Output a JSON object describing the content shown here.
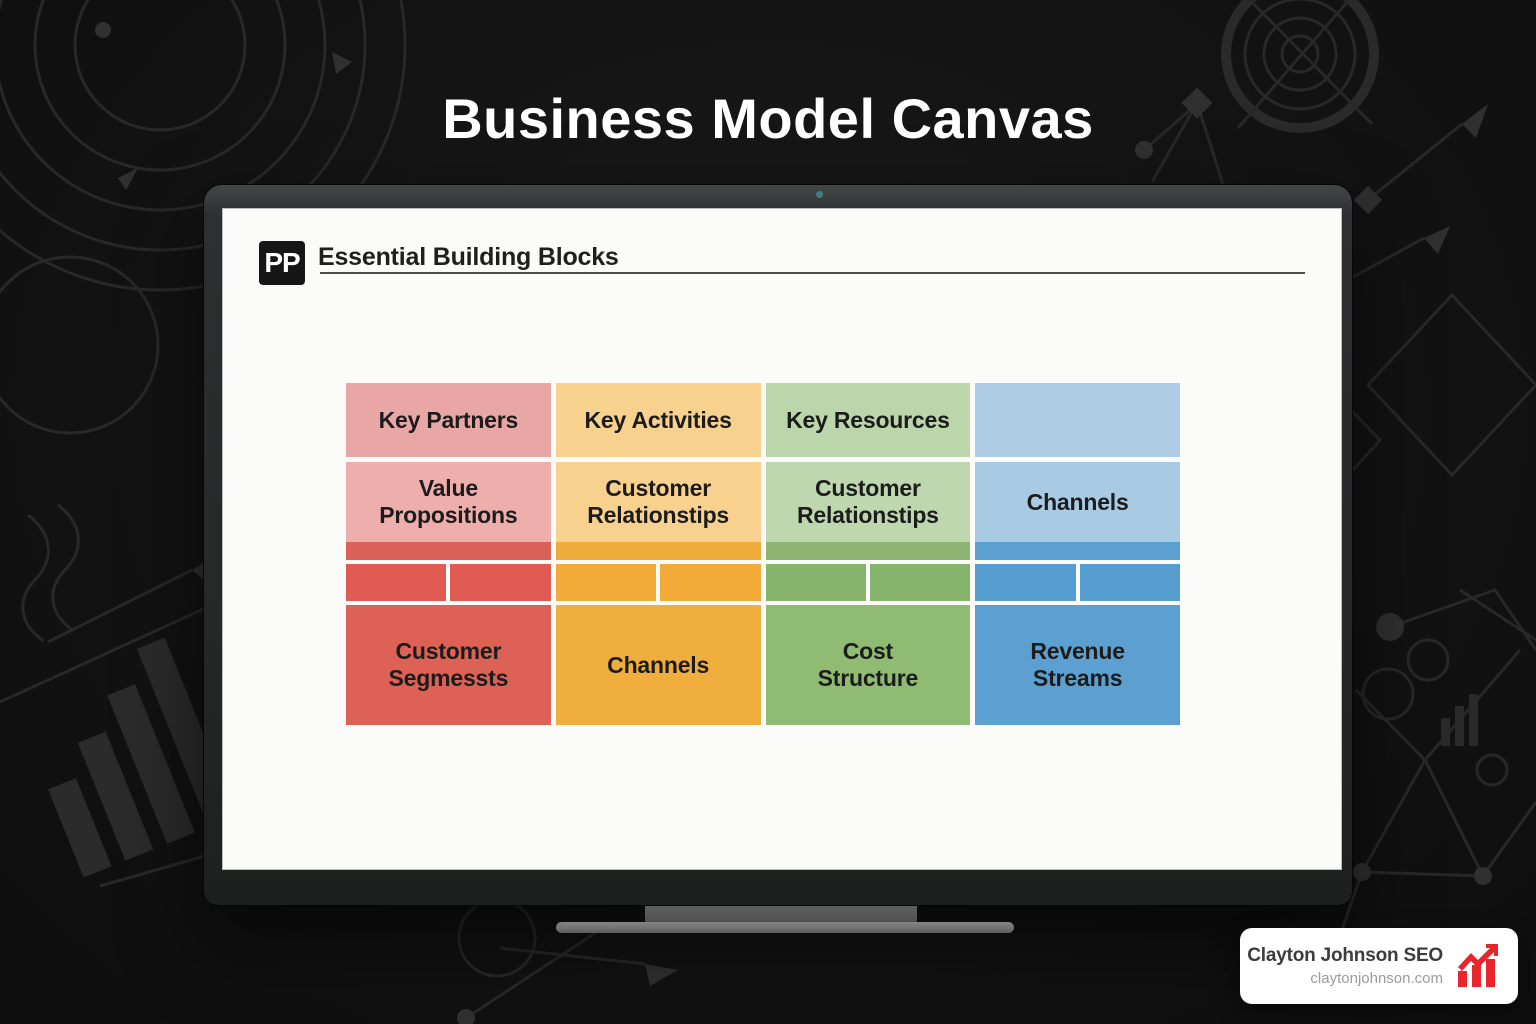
{
  "page_title": "Business Model Canvas",
  "slide": {
    "logo_text": "PP",
    "header": "Essential Building Blocks",
    "canvas_grid": {
      "row1": [
        {
          "label": "Key Partners",
          "bg": "#e8a7a4"
        },
        {
          "label": "Key Activities",
          "bg": "#f8d18e"
        },
        {
          "label": "Key Resources",
          "bg": "#bcd6ab"
        },
        {
          "label": "",
          "bg": "#aecde4"
        }
      ],
      "row2": [
        {
          "label": "Value\nPropositions",
          "bg": "#eeaeac",
          "strip": "#da6058"
        },
        {
          "label": "Customer\nRelationstips",
          "bg": "#f8d18e",
          "strip": "#f0ac3a"
        },
        {
          "label": "Customer\nRelationstips",
          "bg": "#bed7af",
          "strip": "#8eb572"
        },
        {
          "label": "Channels",
          "bg": "#a8cbe3",
          "strip": "#5ba0d0"
        }
      ],
      "row3_colors": [
        "#e05c53",
        "#f2aa38",
        "#87b46c",
        "#559ecf"
      ],
      "row4": [
        {
          "label": "Customer\nSegmessts",
          "bg": "#dd6155"
        },
        {
          "label": "Channels",
          "bg": "#f0ae3e"
        },
        {
          "label": "Cost\nStructure",
          "bg": "#90bb73"
        },
        {
          "label": "Revenue\nStreams",
          "bg": "#5ba0d0"
        }
      ],
      "text_color": "#1c1c1c"
    }
  },
  "badge": {
    "name": "Clayton Johnson SEO",
    "url": "claytonjohnson.com",
    "accent_color": "#e8242c"
  }
}
